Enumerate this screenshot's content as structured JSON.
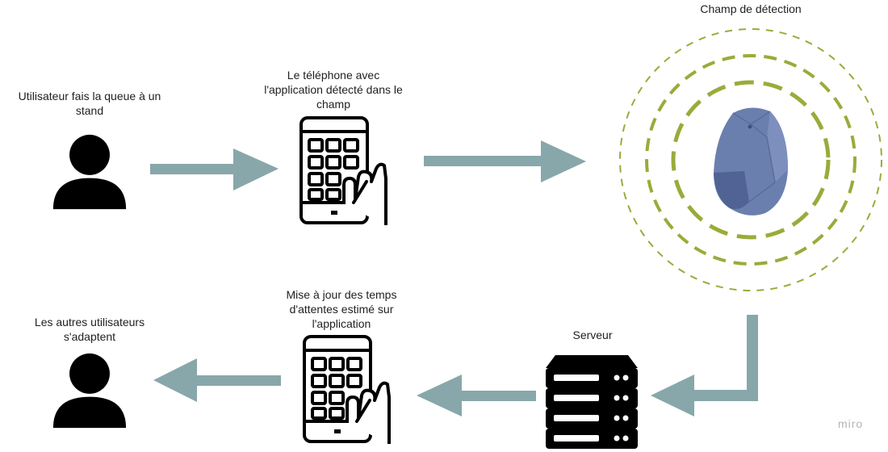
{
  "labels": {
    "user_queue": "Utilisateur fais la queue à un\nstand",
    "phone_detected": "Le téléphone avec\nl'application détecté dans le\nchamp",
    "detection_field": "Champ de détection",
    "server": "Serveur",
    "wait_time_update": "Mise à jour des temps\nd'attentes estimé sur\nl'application",
    "other_users": "Les autres utilisateurs\ns'adaptent"
  },
  "watermark": "miro",
  "icons": {
    "user_top": "user-icon",
    "phone_top": "smartphone-hand-icon",
    "beacon": "beacon-icon",
    "server": "server-icon",
    "phone_bottom": "smartphone-hand-icon",
    "user_bottom": "user-icon"
  },
  "colors": {
    "arrow": "#88a7aa",
    "field_ring": "#9aab3a",
    "beacon_fill": "#6b7fae",
    "beacon_dark": "#4c5e8f",
    "icon": "#000000"
  }
}
